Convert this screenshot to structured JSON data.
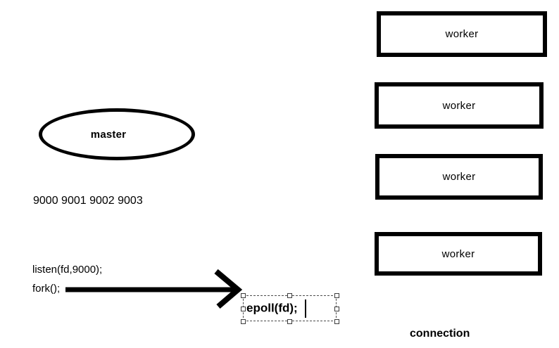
{
  "app": {
    "background_color": "#ffffff",
    "ink_color": "#000000",
    "selection_outline_color": "#4c4c4c"
  },
  "diagram": {
    "master": {
      "label": "master"
    },
    "ports": {
      "text": "9000 9001 9002 9003"
    },
    "code": {
      "line1": "listen(fd,9000);",
      "line2": "fork();"
    },
    "arrow": {
      "direction": "right"
    },
    "epoll_box": {
      "text": "epoll(fd);"
    },
    "workers": [
      {
        "label": "worker"
      },
      {
        "label": "worker"
      },
      {
        "label": "worker"
      },
      {
        "label": "worker"
      }
    ],
    "connection": {
      "label": "connection"
    }
  }
}
